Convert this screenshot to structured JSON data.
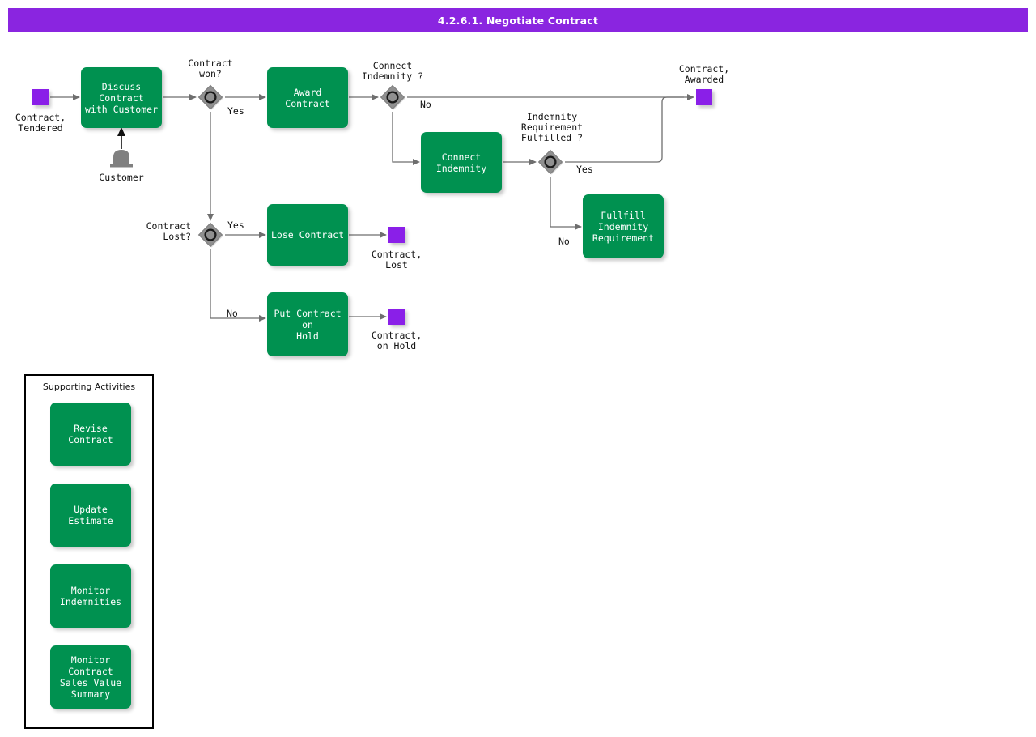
{
  "header": {
    "title": "4.2.6.1. Negotiate Contract",
    "bar_color": "#8A25E0",
    "text_color": "#ffffff"
  },
  "theme": {
    "task_fill": "#009150",
    "task_text": "#ffffff",
    "event_fill": "#8A1FE8",
    "gateway_fill": "#808080",
    "gateway_stroke": "#1a1a1a",
    "edge_color": "#666666",
    "group_border": "#000000",
    "role_fill": "#808080",
    "canvas_bg": "#ffffff"
  },
  "nodes": {
    "start_contract_tendered": {
      "type": "start-event",
      "label": "Contract,\nTendered"
    },
    "discuss_contract": {
      "type": "task",
      "label": "Discuss Contract\nwith Customer"
    },
    "customer_role": {
      "type": "role",
      "label": "Customer",
      "icon": "user-bust-icon"
    },
    "gw_contract_won": {
      "type": "gateway-inclusive",
      "label": "Contract\nwon?"
    },
    "award_contract": {
      "type": "task",
      "label": "Award Contract"
    },
    "gw_connect_indemnity": {
      "type": "gateway-inclusive",
      "label": "Connect\nIndemnity ?"
    },
    "connect_indemnity": {
      "type": "task",
      "label": "Connect\nIndemnity"
    },
    "gw_indemnity_fulfilled": {
      "type": "gateway-inclusive",
      "label": "Indemnity\nRequirement\nFulfilled ?"
    },
    "fullfill_indemnity": {
      "type": "task",
      "label": "Fullfill Indemnity\nRequirement"
    },
    "end_contract_awarded": {
      "type": "end-event",
      "label": "Contract,\nAwarded"
    },
    "gw_contract_lost": {
      "type": "gateway-inclusive",
      "label": "Contract\nLost?"
    },
    "lose_contract": {
      "type": "task",
      "label": "Lose Contract"
    },
    "end_contract_lost": {
      "type": "end-event",
      "label": "Contract,\nLost"
    },
    "put_contract_on_hold": {
      "type": "task",
      "label": "Put Contract on\nHold"
    },
    "end_contract_on_hold": {
      "type": "end-event",
      "label": "Contract,\non Hold"
    }
  },
  "flow_labels": {
    "won_yes": "Yes",
    "indemnity_no": "No",
    "fulfilled_yes": "Yes",
    "fulfilled_no": "No",
    "lost_yes": "Yes",
    "lost_no": "No"
  },
  "supporting": {
    "title": "Supporting Activities",
    "items": [
      {
        "label": "Revise Contract"
      },
      {
        "label": "Update Estimate"
      },
      {
        "label": "Monitor\nIndemnities"
      },
      {
        "label": "Monitor Contract\nSales Value\nSummary"
      }
    ]
  }
}
